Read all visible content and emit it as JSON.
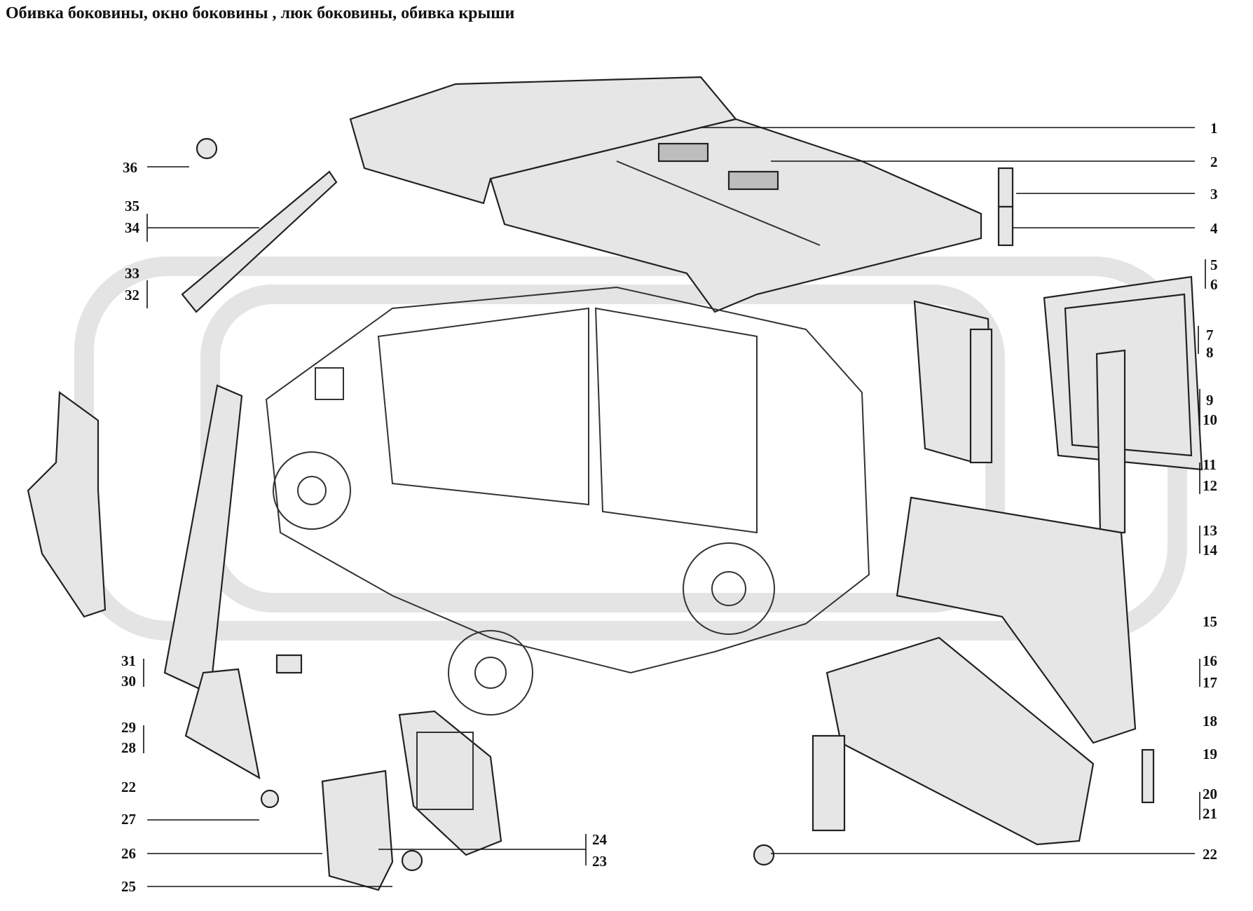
{
  "title": "Обивка боковины, окно боковины , люк боковины, обивка крыши",
  "callouts": {
    "c1": "1",
    "c2": "2",
    "c3": "3",
    "c4": "4",
    "c5": "5",
    "c6": "6",
    "c7": "7",
    "c8": "8",
    "c9": "9",
    "c10": "10",
    "c11": "11",
    "c12": "12",
    "c13": "13",
    "c14": "14",
    "c15": "15",
    "c16": "16",
    "c17": "17",
    "c18": "18",
    "c19": "19",
    "c20": "20",
    "c21": "21",
    "c22r": "22",
    "c22l": "22",
    "c23": "23",
    "c24": "24",
    "c25": "25",
    "c26": "26",
    "c27": "27",
    "c28": "28",
    "c29": "29",
    "c30": "30",
    "c31": "31",
    "c32": "32",
    "c33": "33",
    "c34": "34",
    "c35": "35",
    "c36": "36"
  }
}
